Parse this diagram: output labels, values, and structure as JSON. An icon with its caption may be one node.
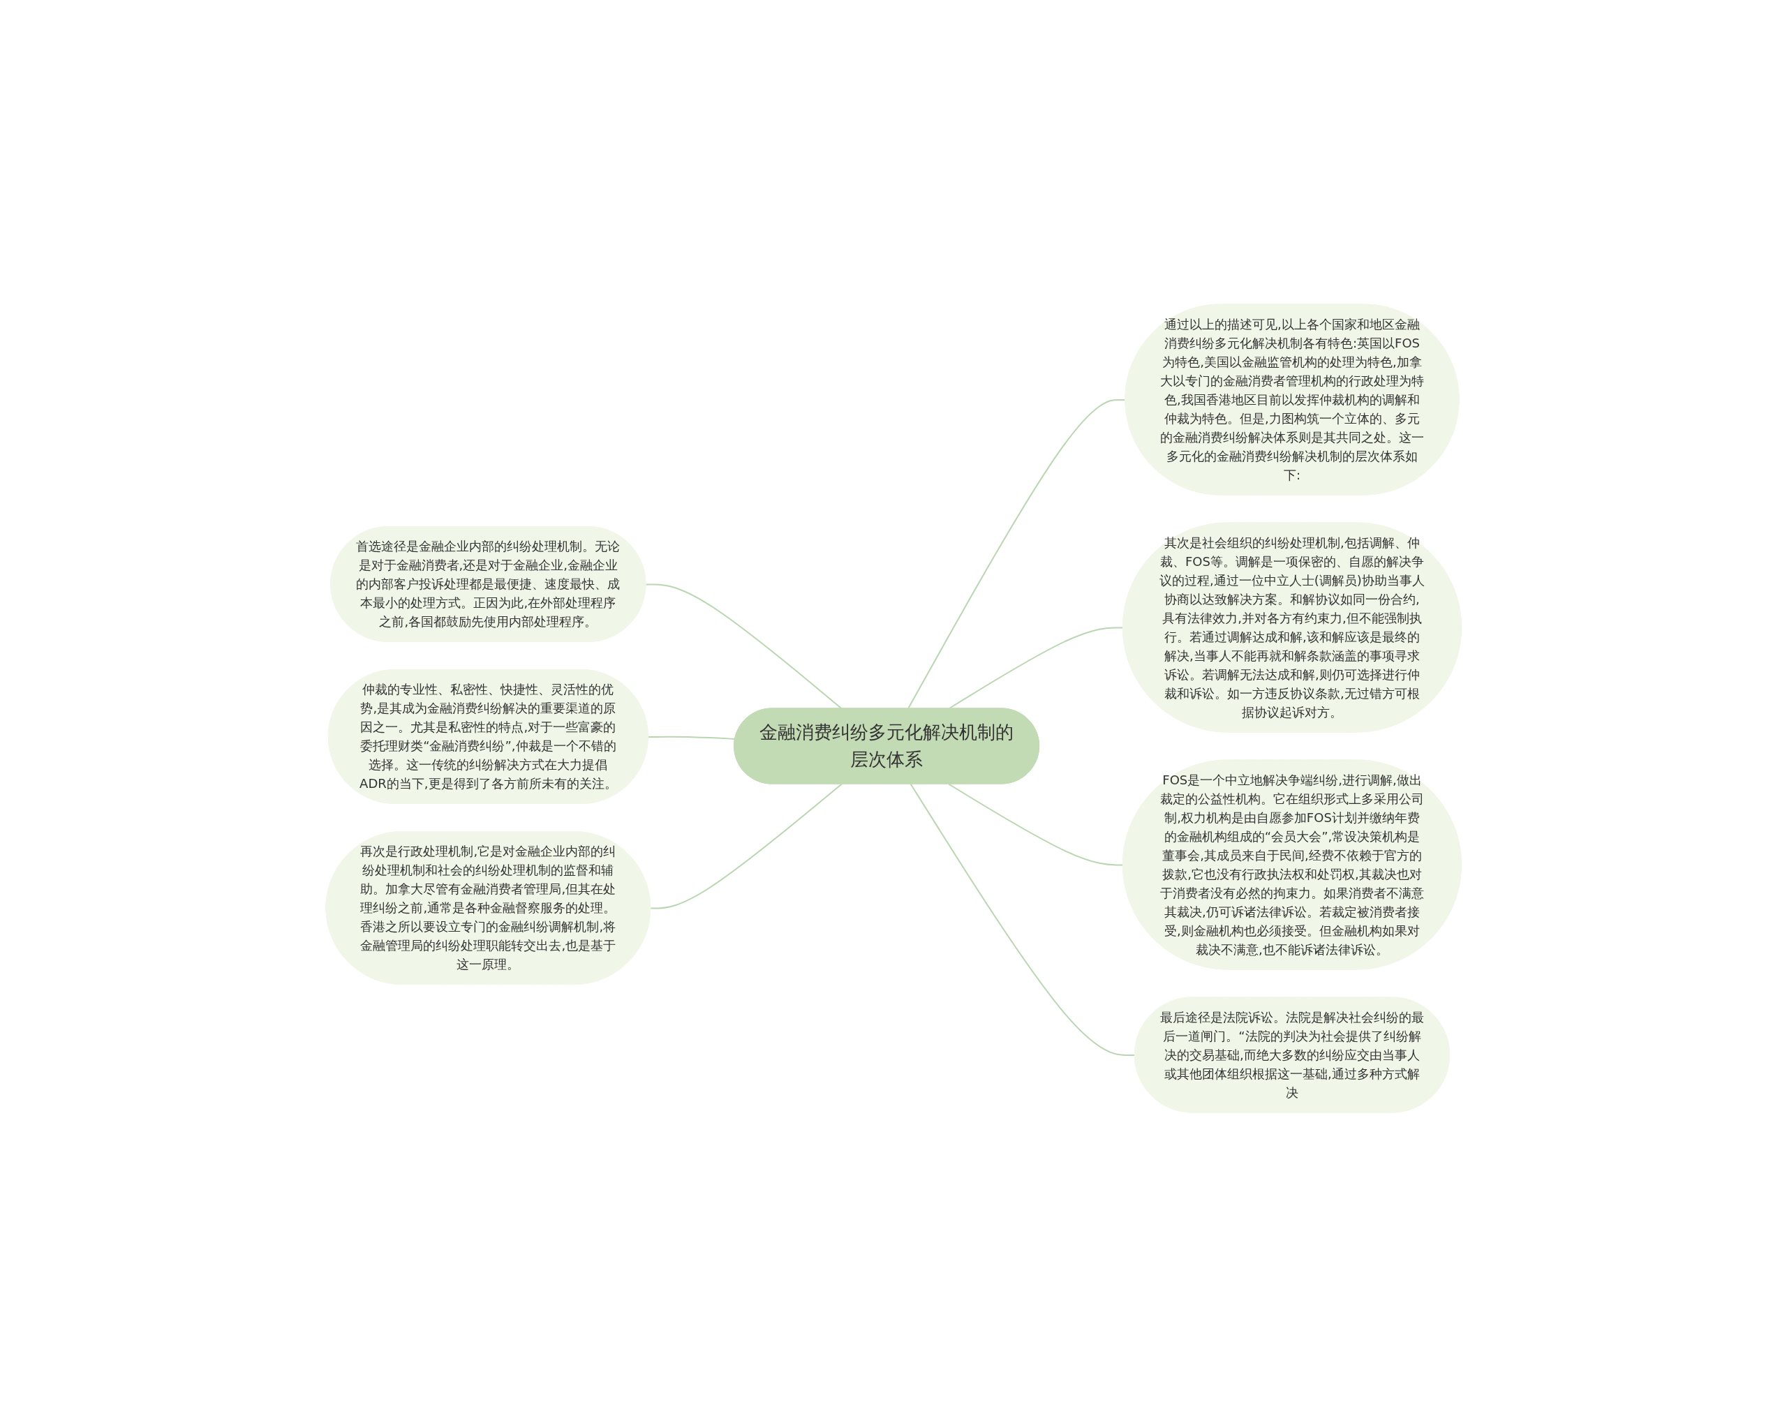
{
  "diagram": {
    "nodes": [
      {
        "text": [
          "金融消费纠纷多元化解决机制的层次体系"
        ]
      },
      {
        "text": [
          "通过以上的描述可见,以上各个国家和地区金融消费纠纷多元化解决机制各有特色:英国以FOS为特色,美国以金融监管机构的处理为特色,加拿大以专门的金融消费者管理机构的行政处理为特色,我国香港地区目前以发挥仲裁机构的调解和仲裁为特色。但是,力图构筑一个立体的、多元的金融消费纠纷解决体系则是其共同之处。这一多元化的金融消费纠纷解决机制的层次体系如下:"
        ]
      },
      {
        "text": [
          "其次是社会组织的纠纷处理机制,包括调解、仲裁、FOS等。调解是一项保密的、自愿的解决争议的过程,通过一位中立人士(调解员)协助当事人协商以达致解决方案。和解协议如同一份合约,具有法律效力,并对各方有约束力,但不能强制执行。若通过调解达成和解,该和解应该是最终的解决,当事人不能再就和解条款涵盖的事项寻求诉讼。若调解无法达成和解,则仍可选择进行仲裁和诉讼。如一方违反协议条款,无过错方可根据协议起诉对方。"
        ]
      },
      {
        "text": [
          "FOS是一个中立地解决争端纠纷,进行调解,做出裁定的公益性机构。它在组织形式上多采用公司制,权力机构是由自愿参加FOS计划并缴纳年费的金融机构组成的“会员大会”,常设决策机构是董事会,其成员来自于民间,经费不依赖于官方的拨款,它也没有行政执法权和处罚权,其裁决也对于消费者没有必然的拘束力。如果消费者不满意其裁决,仍可诉诸法律诉讼。若裁定被消费者接受,则金融机构也必须接受。但金融机构如果对裁决不满意,也不能诉诸法律诉讼。"
        ]
      },
      {
        "text": [
          "最后途径是法院诉讼。法院是解决社会纠纷的最后一道闸门。“法院的判决为社会提供了纠纷解决的交易基础,而绝大多数的纠纷应交由当事人或其他团体组织根据这一基础,通过多种方式解决"
        ]
      },
      {
        "text": [
          "首选途径是金融企业内部的纠纷处理机制。无论是对于金融消费者,还是对于金融企业,金融企业的内部客户投诉处理都是最便捷、速度最快、成本最小的处理方式。正因为此,在外部处理程序之前,各国都鼓励先使用内部处理程序。"
        ]
      },
      {
        "text": [
          "仲裁的专业性、私密性、快捷性、灵活性的优势,是其成为金融消费纠纷解决的重要渠道的原因之一。尤其是私密性的特点,对于一些富豪的委托理财类“金融消费纠纷”,仲裁是一个不错的选择。这一传统的纠纷解决方式在大力提倡ADR的当下,更是得到了各方前所未有的关注。"
        ]
      },
      {
        "text": [
          "再次是行政处理机制,它是对金融企业内部的纠纷处理机制和社会的纠纷处理机制的监督和辅助。加拿大尽管有金融消费者管理局,但其在处理纠纷之前,通常是各种金融督察服务的处理。香港之所以要设立专门的金融纠纷调解机制,将金融管理局的纠纷处理职能转交出去,也是基于这一原理。"
        ]
      }
    ],
    "edges": [
      {
        "from": 0,
        "to": 1,
        "arrow": "none"
      },
      {
        "from": 0,
        "to": 2,
        "arrow": "none"
      },
      {
        "from": 0,
        "to": 3,
        "arrow": "none"
      },
      {
        "from": 0,
        "to": 4,
        "arrow": "none"
      },
      {
        "from": 5,
        "to": 0,
        "arrow": "none"
      },
      {
        "from": 6,
        "to": 0,
        "arrow": "none"
      },
      {
        "from": 7,
        "to": 0,
        "arrow": "none"
      }
    ]
  }
}
